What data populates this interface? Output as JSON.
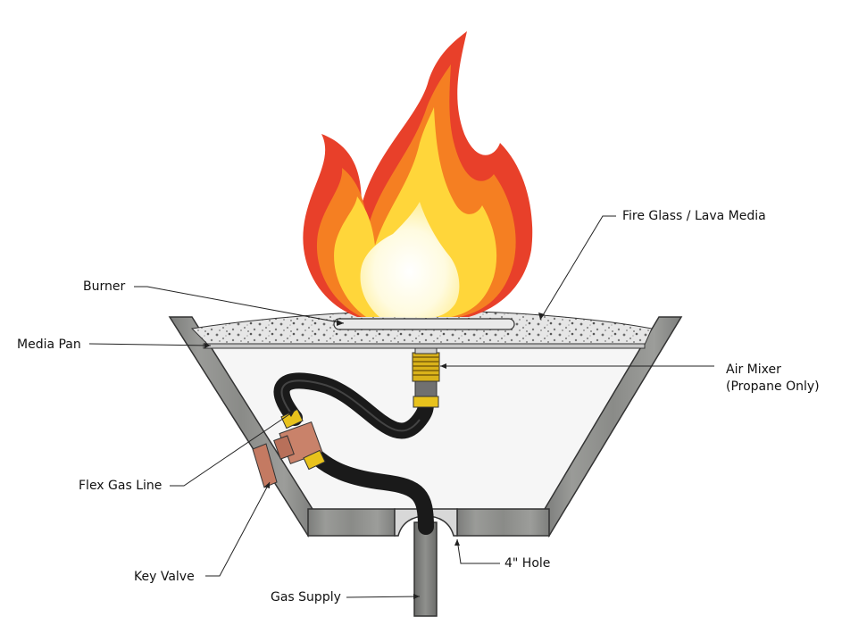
{
  "labels": {
    "fire_glass": "Fire Glass / Lava Media",
    "burner": "Burner",
    "media_pan": "Media Pan",
    "air_mixer_line1": "Air Mixer",
    "air_mixer_line2": "(Propane Only)",
    "flex_gas_line": "Flex Gas Line",
    "key_valve": "Key Valve",
    "hole": "4\" Hole",
    "gas_supply": "Gas Supply"
  },
  "colors": {
    "bowl": "#8e8e8c",
    "bowl_dark": "#6f706e",
    "media": "#e4e4e4",
    "hose": "#1a1a1a",
    "brass": "#e8c21c",
    "copper": "#c47a62",
    "flame_outer": "#e8402a",
    "flame_mid": "#f57f22",
    "flame_inner": "#ffd63a",
    "flame_core": "#ffffff"
  }
}
